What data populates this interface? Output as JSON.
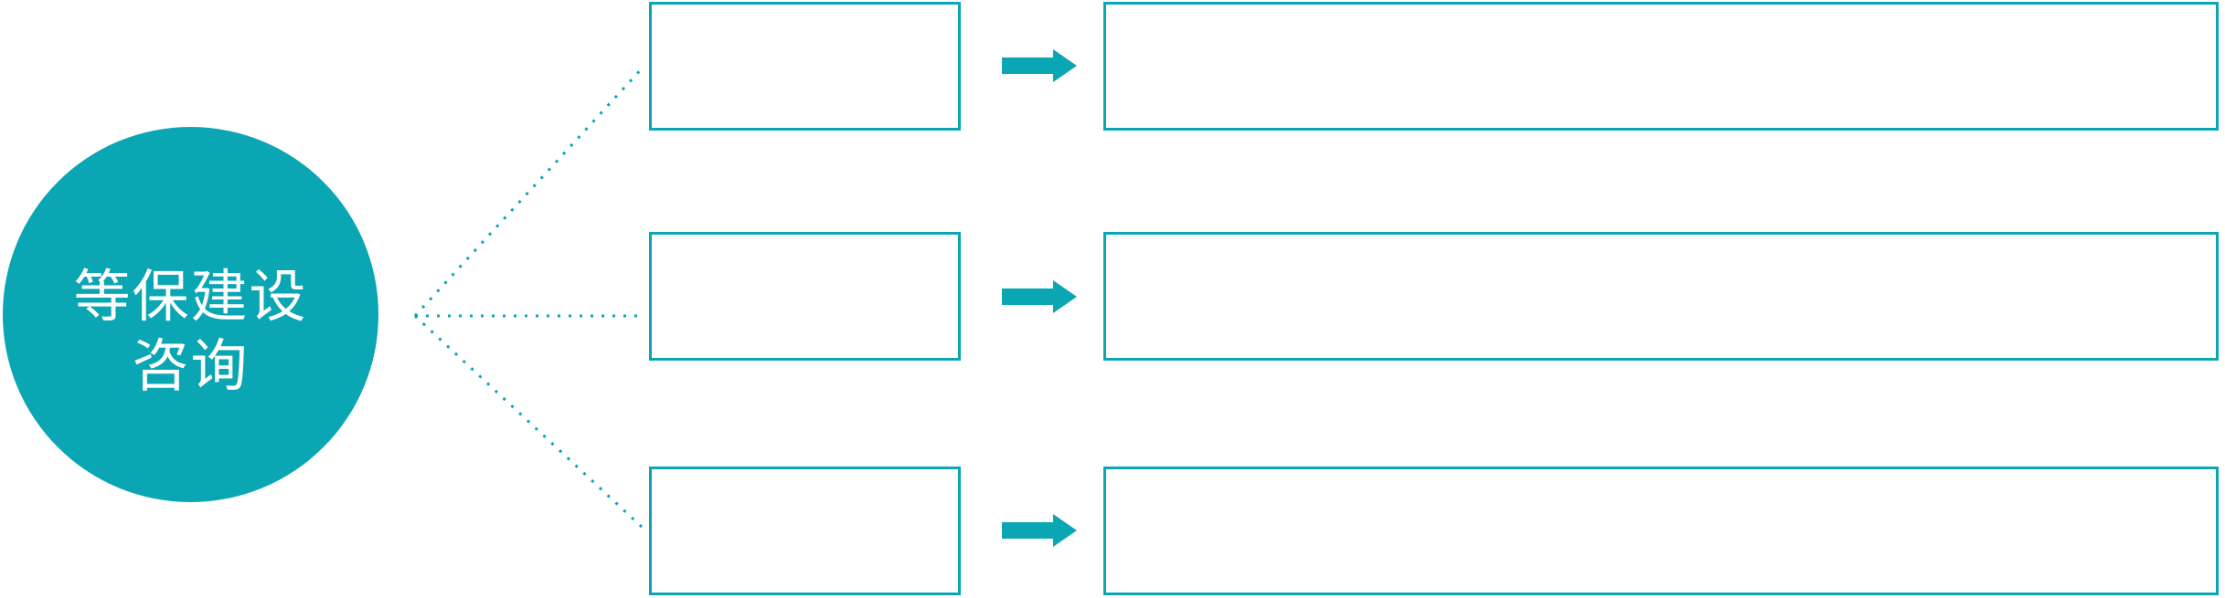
{
  "diagram": {
    "topic_circle": {
      "label_line1": "等保建设",
      "label_line2": "咨询"
    },
    "rows": [
      {
        "step_label": "",
        "detail_label": ""
      },
      {
        "step_label": "",
        "detail_label": ""
      },
      {
        "step_label": "",
        "detail_label": ""
      }
    ],
    "icons": {
      "arrow": "right-arrow-icon",
      "connector": "dotted-line"
    },
    "colors": {
      "accent_teal": "#0AA6B4",
      "circle_text": "#FFFFFF",
      "background": "#FFFFFF"
    }
  }
}
